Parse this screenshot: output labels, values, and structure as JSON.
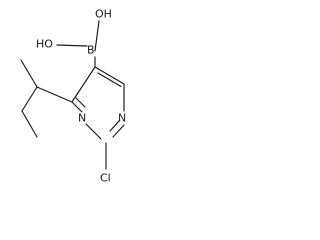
{
  "molecule": {
    "atoms": {
      "oh_top": "OH",
      "oh_left": "HO",
      "boron": "B",
      "nitrogen_right": "N",
      "nitrogen_bottom": "N",
      "chlorine": "Cl"
    }
  }
}
